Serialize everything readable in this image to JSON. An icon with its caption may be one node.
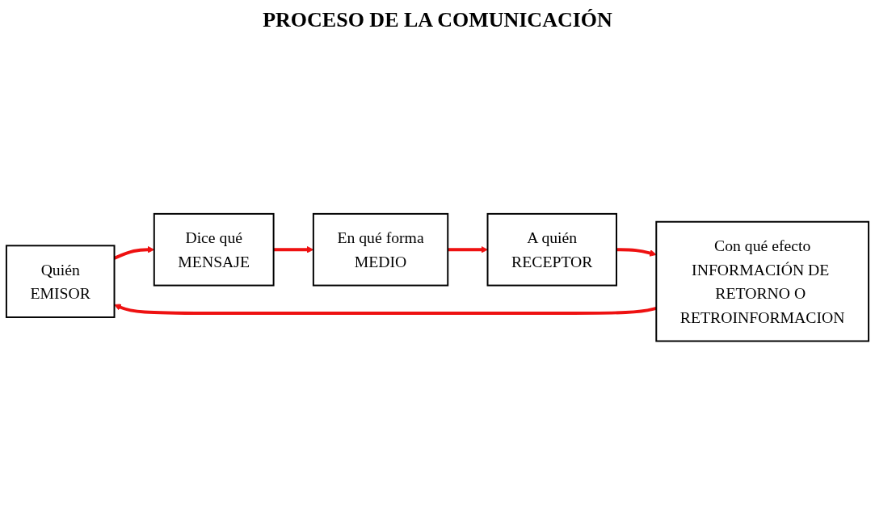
{
  "diagram": {
    "title": "PROCESO DE LA COMUNICACIÓN",
    "nodes": [
      {
        "text": [
          "Quién",
          "EMISOR"
        ]
      },
      {
        "text": [
          "Dice qué",
          "MENSAJE"
        ]
      },
      {
        "text": [
          "En qué forma",
          "MEDIO"
        ]
      },
      {
        "text": [
          "A quién",
          "RECEPTOR"
        ]
      },
      {
        "text": [
          "Con qué efecto",
          "INFORMACIÓN DE RETORNO O RETROINFORMACION"
        ]
      }
    ],
    "edges": [
      {
        "from": 0,
        "to": 1,
        "arrow": "to"
      },
      {
        "from": 1,
        "to": 2,
        "arrow": "to"
      },
      {
        "from": 2,
        "to": 3,
        "arrow": "to"
      },
      {
        "from": 3,
        "to": 4,
        "arrow": "to"
      },
      {
        "from": 4,
        "to": 0,
        "arrow": "to"
      }
    ]
  }
}
